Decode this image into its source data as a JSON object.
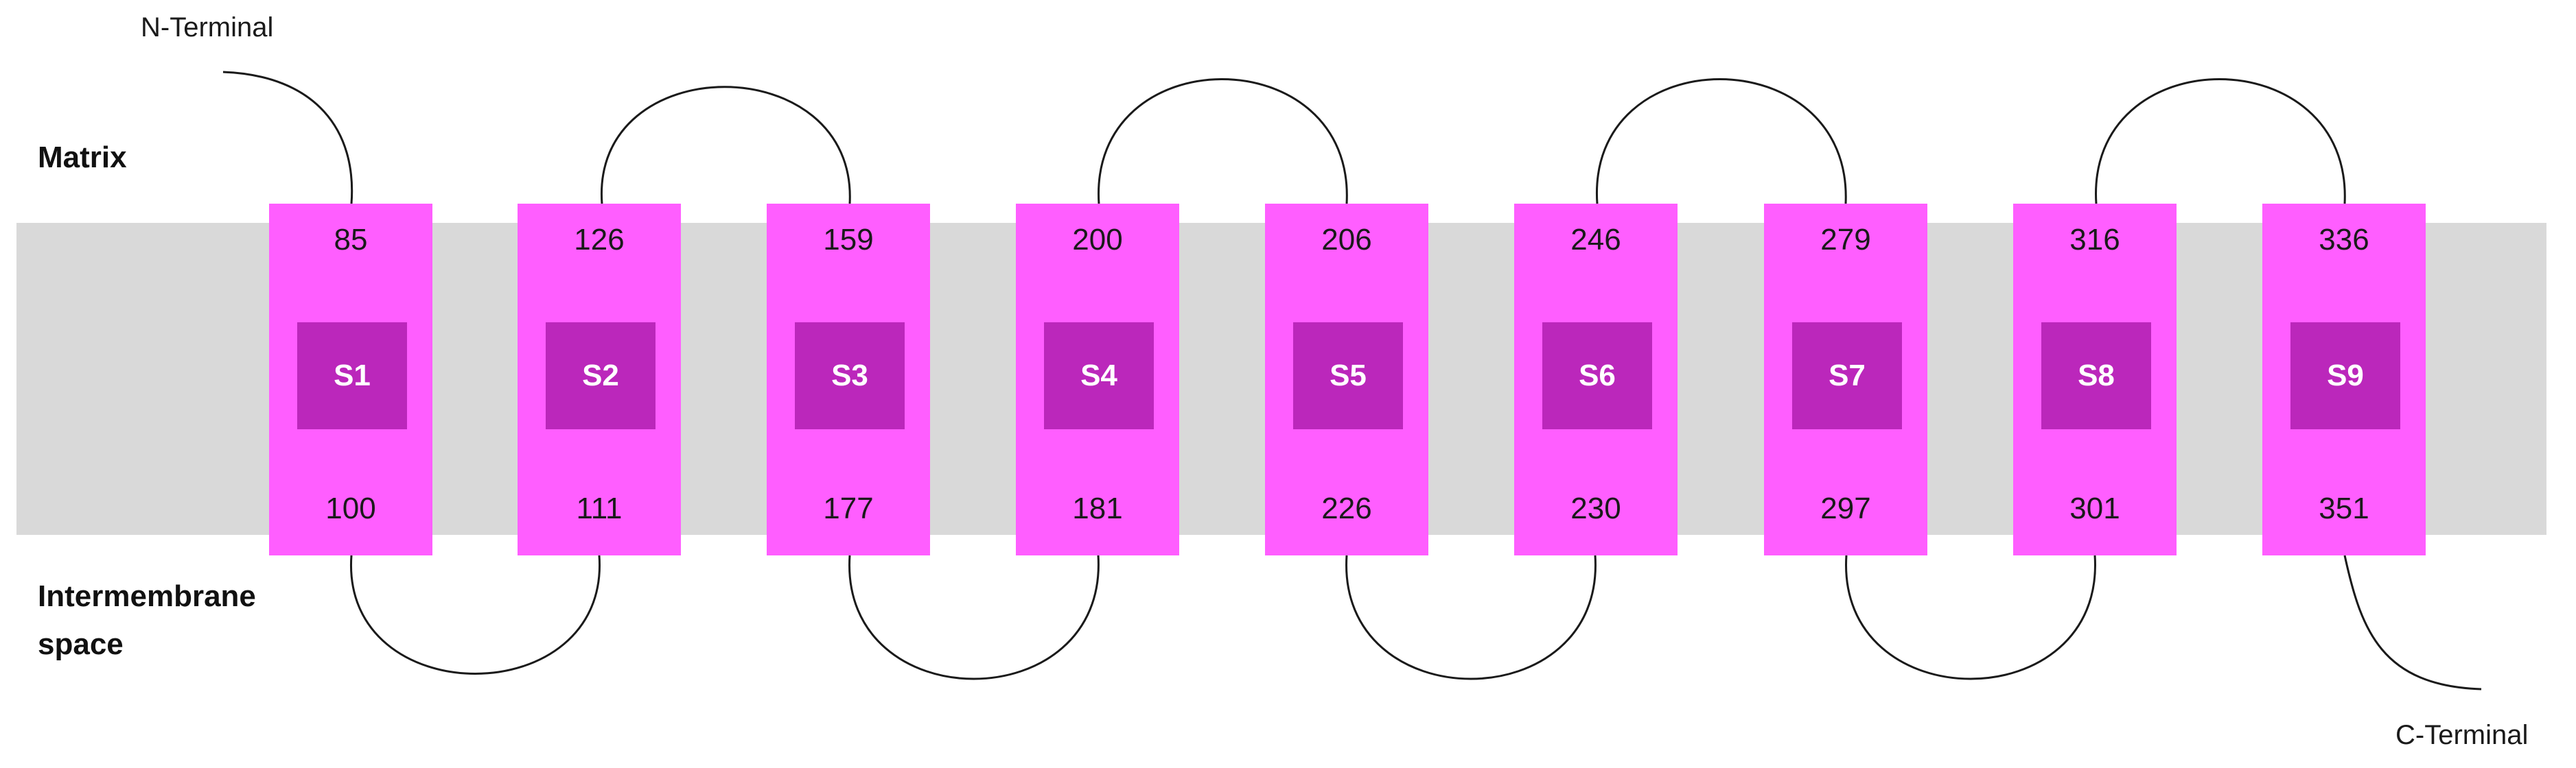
{
  "colors": {
    "membrane": "#d9d9d9",
    "segment": "#ff5eff",
    "segment_box": "#bb27bb",
    "loop_line": "#1a1a1a"
  },
  "labels": {
    "n_terminal": "N-Terminal",
    "c_terminal": "C-Terminal",
    "matrix": "Matrix",
    "intermembrane_line1": "Intermembrane",
    "intermembrane_line2": "space"
  },
  "segments": [
    {
      "name": "S1",
      "top": "85",
      "bottom": "100"
    },
    {
      "name": "S2",
      "top": "126",
      "bottom": "111"
    },
    {
      "name": "S3",
      "top": "159",
      "bottom": "177"
    },
    {
      "name": "S4",
      "top": "200",
      "bottom": "181"
    },
    {
      "name": "S5",
      "top": "206",
      "bottom": "226"
    },
    {
      "name": "S6",
      "top": "246",
      "bottom": "230"
    },
    {
      "name": "S7",
      "top": "279",
      "bottom": "297"
    },
    {
      "name": "S8",
      "top": "316",
      "bottom": "301"
    },
    {
      "name": "S9",
      "top": "336",
      "bottom": "351"
    }
  ]
}
